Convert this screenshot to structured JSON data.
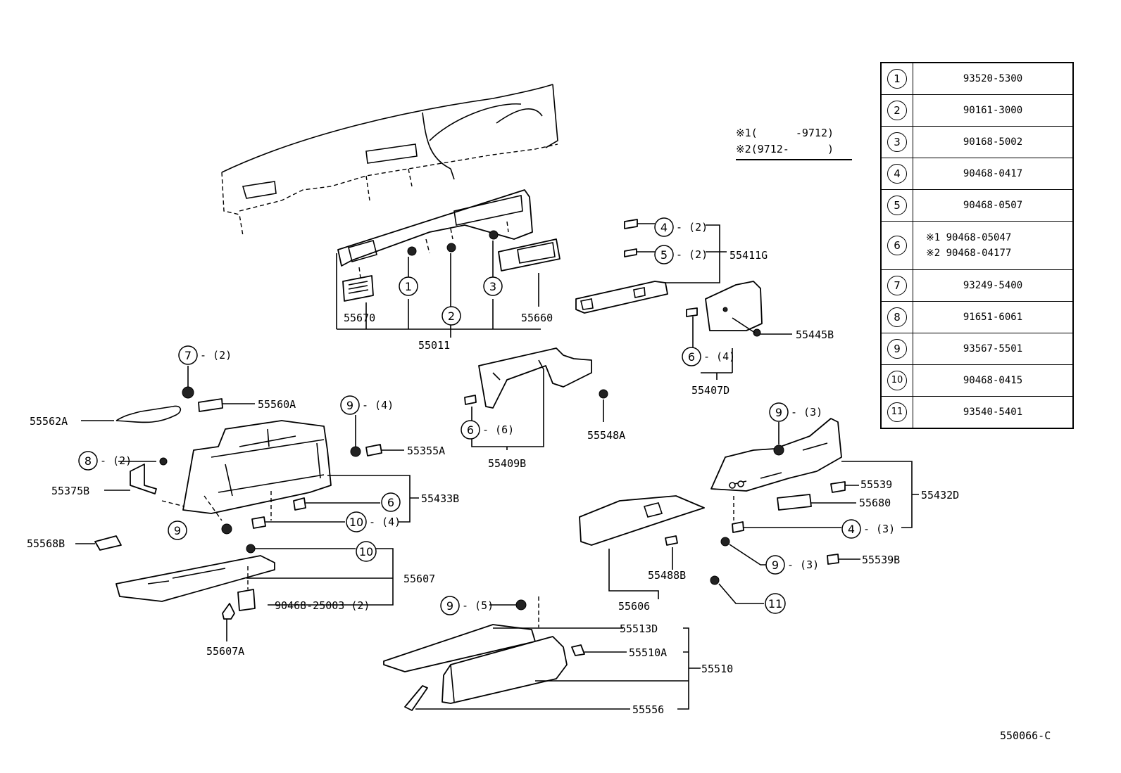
{
  "figure_code": "550066-C",
  "notes": [
    {
      "mark": "※1",
      "text": "(      -9712)"
    },
    {
      "mark": "※2",
      "text": "(9712-      )"
    }
  ],
  "legend": [
    {
      "key": "1",
      "value": "93520-5300"
    },
    {
      "key": "2",
      "value": "90161-3000"
    },
    {
      "key": "3",
      "value": "90168-5002"
    },
    {
      "key": "4",
      "value": "90468-0417"
    },
    {
      "key": "5",
      "value": "90468-0507"
    },
    {
      "key": "6",
      "sub": [
        {
          "mark": "※1",
          "value": "90468-05047"
        },
        {
          "mark": "※2",
          "value": "90468-04177"
        }
      ]
    },
    {
      "key": "7",
      "value": "93249-5400"
    },
    {
      "key": "8",
      "value": "91651-6061"
    },
    {
      "key": "9",
      "value": "93567-5501"
    },
    {
      "key": "10",
      "value": "90468-0415"
    },
    {
      "key": "11",
      "value": "93540-5401"
    }
  ],
  "labels": {
    "p55670": "55670",
    "p55660": "55660",
    "p55011": "55011",
    "p55411G": "55411G",
    "p55445B": "55445B",
    "p55407D": "55407D",
    "p55560A": "55560A",
    "p55562A": "55562A",
    "p55355A": "55355A",
    "p55409B": "55409B",
    "p55548A": "55548A",
    "p55375B": "55375B",
    "p55433B": "55433B",
    "p55568B": "55568B",
    "p55607": "55607",
    "p90468_25003": "90468-25003",
    "p55607A": "55607A",
    "p55539": "55539",
    "p55680": "55680",
    "p55432D": "55432D",
    "p55539B": "55539B",
    "p55488B": "55488B",
    "p55606": "55606",
    "p55513D": "55513D",
    "p55510A": "55510A",
    "p55510": "55510",
    "p55556": "55556"
  },
  "callouts": {
    "c1": "1",
    "c2": "2",
    "c3": "3",
    "c4a": "4",
    "c5a": "5",
    "c6a": "6",
    "c7": "7",
    "c9a": "9",
    "c6b": "6",
    "c8": "8",
    "c6c": "6",
    "c10a": "10",
    "c9b": "9",
    "c10b": "10",
    "c9c": "9",
    "c4b": "4",
    "c9d": "9",
    "c11": "11",
    "c9e": "9"
  },
  "qty": {
    "q4a": "- (2)",
    "q5a": "- (2)",
    "q6a": "- (4)",
    "q7": "- (2)",
    "q9a": "- (4)",
    "q6b": "- (6)",
    "q8": "- (2)",
    "q10a": "- (4)",
    "q9c": "- (3)",
    "q4b": "- (3)",
    "q9d": "- (3)",
    "q9e": "- (5)",
    "q90468": "(2)"
  }
}
